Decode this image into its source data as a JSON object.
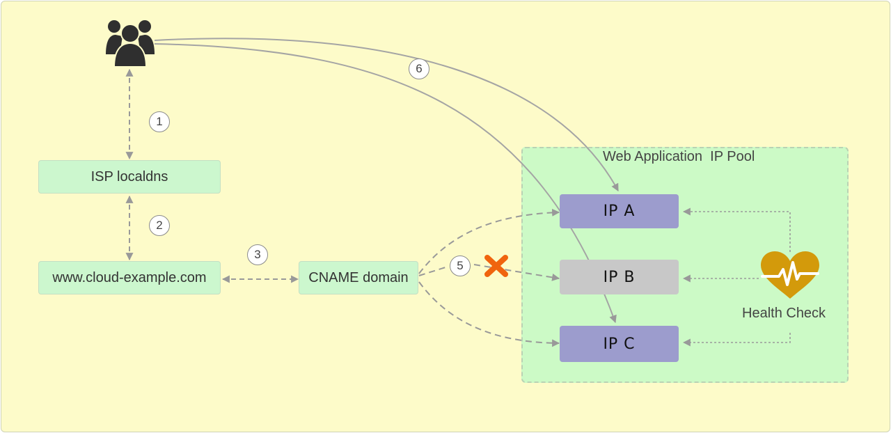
{
  "diagram": {
    "nodes": {
      "isp_localdns": "ISP localdns",
      "domain": "www.cloud-example.com",
      "cname": "CNAME domain"
    },
    "pool": {
      "title": "Web Application  IP Pool",
      "ips": [
        {
          "label": "IP A",
          "color": "#9c9ccd",
          "status": "healthy"
        },
        {
          "label": "IP B",
          "color": "#c8c8c8",
          "status": "unhealthy"
        },
        {
          "label": "IP C",
          "color": "#9c9ccd",
          "status": "healthy"
        }
      ]
    },
    "health_check": {
      "label": "Health Check",
      "icon": "heart-pulse-icon",
      "color": "#d39a0b"
    },
    "steps": [
      "1",
      "2",
      "3",
      "5",
      "6"
    ],
    "icons": {
      "users": "users-icon",
      "blocked": "x-mark-icon"
    },
    "colors": {
      "background": "#fdfbc9",
      "node_fill": "#ccf7ce",
      "pool_fill": "#ccfac6",
      "blocked": "#f0640e",
      "arrow": "#999999"
    }
  }
}
